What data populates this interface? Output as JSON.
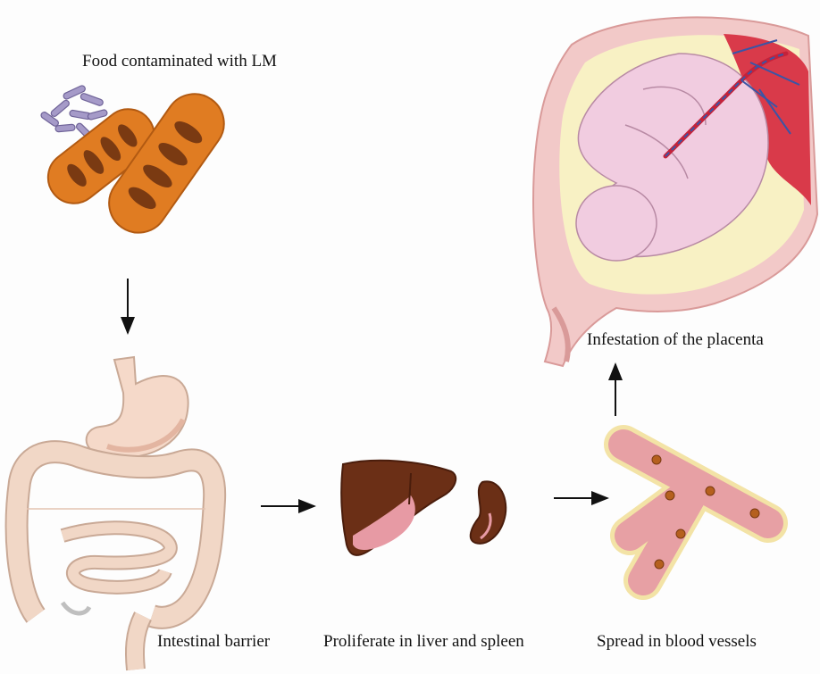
{
  "labels": {
    "food": "Food contaminated with LM",
    "intestine": "Intestinal barrier",
    "liver_spleen": "Proliferate in liver and spleen",
    "blood": "Spread in blood vessels",
    "placenta": "Infestation of the placenta"
  },
  "colors": {
    "sausage": "#e07c22",
    "sausage_spot": "#7a3a12",
    "bacteria": "#a59ac8",
    "gut": "#f1d7c6",
    "liver": "#6b2f16",
    "liver_pink": "#e79aa4",
    "vessel": "#e7a0a4",
    "vessel_wall": "#f3e3a6",
    "pathogen": "#b5601e",
    "uterus": "#f2c9c8",
    "fluid": "#f8f1c4",
    "fetus": "#f1cce0",
    "placenta": "#d93a4a",
    "artery": "#c4223a",
    "vein": "#3a55a6"
  }
}
